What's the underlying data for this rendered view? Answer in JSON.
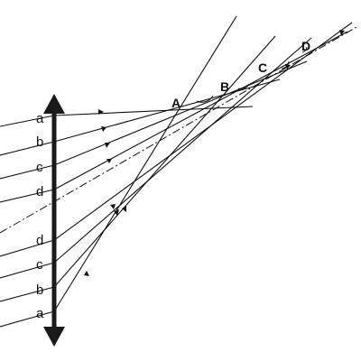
{
  "diagram": {
    "ray_labels_top": [
      "a",
      "b",
      "c",
      "d"
    ],
    "ray_labels_bottom": [
      "d",
      "c",
      "b",
      "a"
    ],
    "point_labels": [
      "A",
      "B",
      "C",
      "D"
    ]
  },
  "colors": {
    "ink": "#111111",
    "lens": "#1a1a1a",
    "background": "#ffffff"
  }
}
